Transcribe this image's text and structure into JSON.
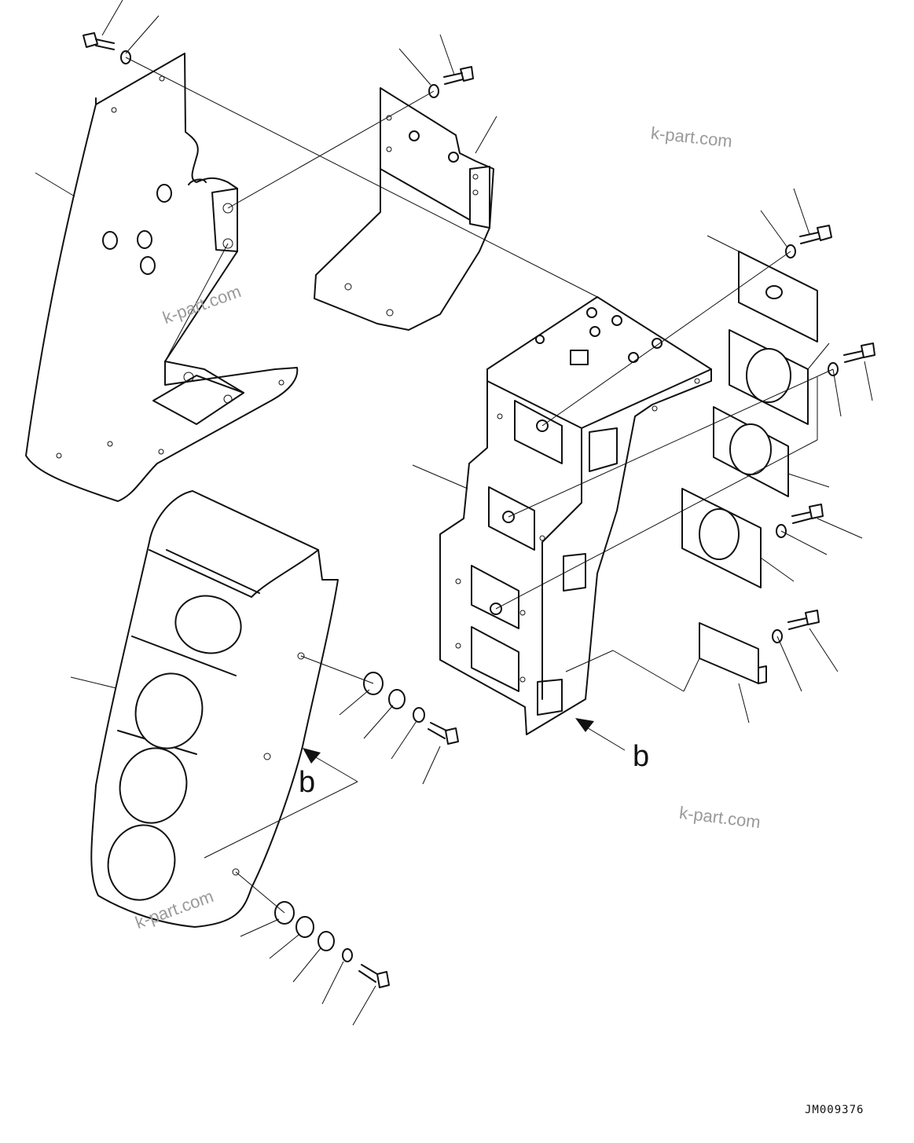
{
  "diagram": {
    "view_label_b": "b",
    "drawing_code": "JM009376",
    "watermark": "k-part.com"
  }
}
